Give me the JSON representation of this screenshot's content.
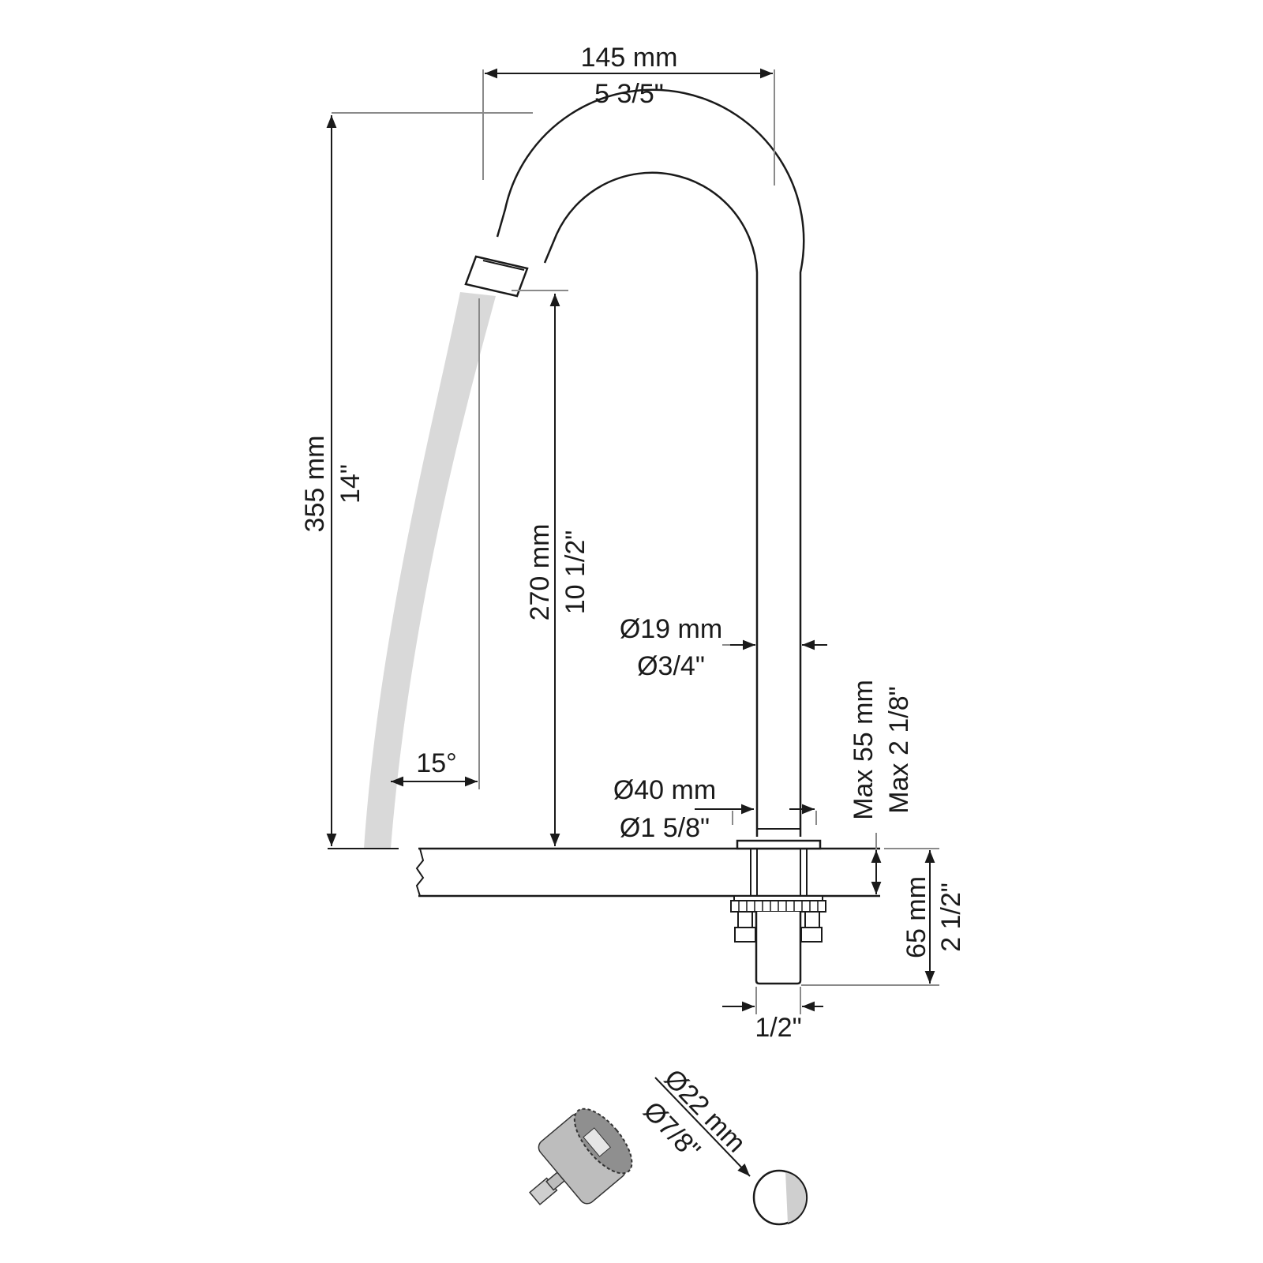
{
  "drawing": {
    "subject": "gooseneck spout faucet dimension drawing",
    "colors": {
      "line": "#1a1a1a",
      "dimension_line": "#8a8a8a",
      "water_stream": "#d9d9d9",
      "tool_body": "#bdbdbd",
      "tool_face": "#8f8f8f"
    },
    "dimensions": {
      "reach": {
        "metric": "145 mm",
        "imperial": "5 3/5\""
      },
      "total_height": {
        "metric": "355 mm",
        "imperial": "14\""
      },
      "spout_height": {
        "metric": "270 mm",
        "imperial": "10 1/2\""
      },
      "pipe_diameter": {
        "metric": "Ø19 mm",
        "imperial": "Ø3/4\""
      },
      "base_diameter": {
        "metric": "Ø40 mm",
        "imperial": "Ø1 5/8\""
      },
      "max_deck_thickness": {
        "metric": "Max 55 mm",
        "imperial": "Max 2 1/8\""
      },
      "shank_length": {
        "metric": "65 mm",
        "imperial": "2 1/2\""
      },
      "thread": {
        "imperial": "1/2\""
      },
      "stream_angle": {
        "value": "15°"
      },
      "hole_diameter": {
        "metric": "Ø22 mm",
        "imperial": "Ø7/8\""
      }
    },
    "icons": [
      "hole-saw-icon",
      "drilled-hole-icon"
    ]
  }
}
